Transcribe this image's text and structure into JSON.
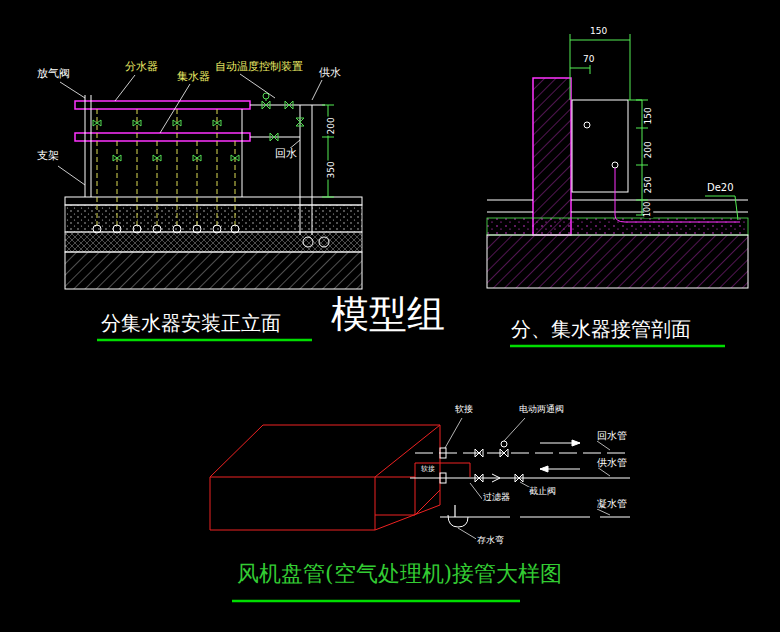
{
  "diagram": {
    "labels": [
      "放气阀",
      "分水器",
      "集水器",
      "自动温度控制装置",
      "供水",
      "支架",
      "回水",
      "200",
      "350",
      "150",
      "70",
      "150",
      "200",
      "250",
      "100",
      "De20",
      "分集水器安装正立面",
      "模型组",
      "分、集水器接管剖面",
      "软接",
      "电动两通阀",
      "回水管",
      "供水管",
      "软接",
      "截止阀",
      "过滤器",
      "凝水管",
      "存水弯",
      "风机盘管(空气处理机)接管大样图"
    ]
  }
}
